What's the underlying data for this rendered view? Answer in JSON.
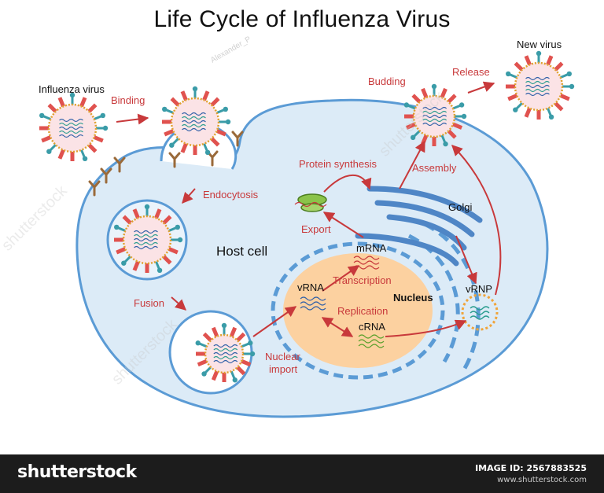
{
  "title": "Life Cycle of Influenza Virus",
  "labels": {
    "influenza_virus": "Influenza virus",
    "binding": "Binding",
    "endocytosis": "Endocytosis",
    "host_cell": "Host cell",
    "fusion": "Fusion",
    "nuclear_import_1": "Nuclear",
    "nuclear_import_2": "import",
    "vrna": "vRNA",
    "mrna": "mRNA",
    "transcription": "Transcription",
    "replication": "Replication",
    "crna": "cRNA",
    "nucleus": "Nucleus",
    "export": "Export",
    "protein_synthesis": "Protein synthesis",
    "golgi": "Golgi",
    "assembly": "Assembly",
    "vrnp": "vRNP",
    "budding": "Budding",
    "release": "Release",
    "new_virus": "New virus"
  },
  "watermark": {
    "author": "Alexander_P",
    "brand": "shutterstock"
  },
  "footer": {
    "logo": "shutterstock",
    "image_id": "IMAGE ID: 2567883525",
    "url": "www.shutterstock.com"
  },
  "colors": {
    "cell_fill": "#dcebf7",
    "cell_stroke": "#5b9bd5",
    "nucleus_fill": "#fcd1a0",
    "arrow": "#c8393b",
    "spike_red": "#e0524f",
    "spike_teal": "#3a9ca8"
  }
}
